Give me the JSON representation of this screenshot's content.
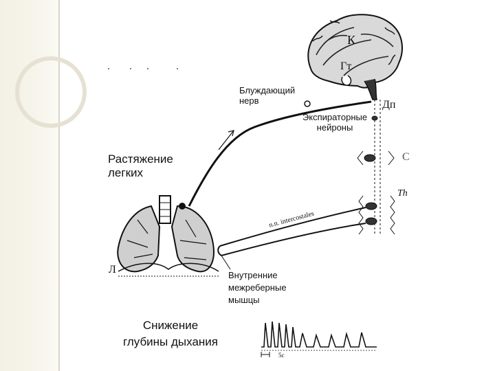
{
  "labels": {
    "cortex": "К",
    "hypothalamus": "Гт",
    "vagus_nerve": "Блуждающий\nнерв",
    "medulla": "Дп",
    "expiratory_neurons": "Экспираторные\nнейроны",
    "lung_stretch": "Растяжение\nлегких",
    "cervical": "С",
    "thoracic": "Th",
    "intercostal_nerves": "n.n. intercostales",
    "lungs": "Л",
    "intercostal_muscles": "Внутренние\nмежреберные\nмышцы",
    "reduced_depth": "Снижение\nглубины дыхания",
    "time_scale": "5с"
  }
}
